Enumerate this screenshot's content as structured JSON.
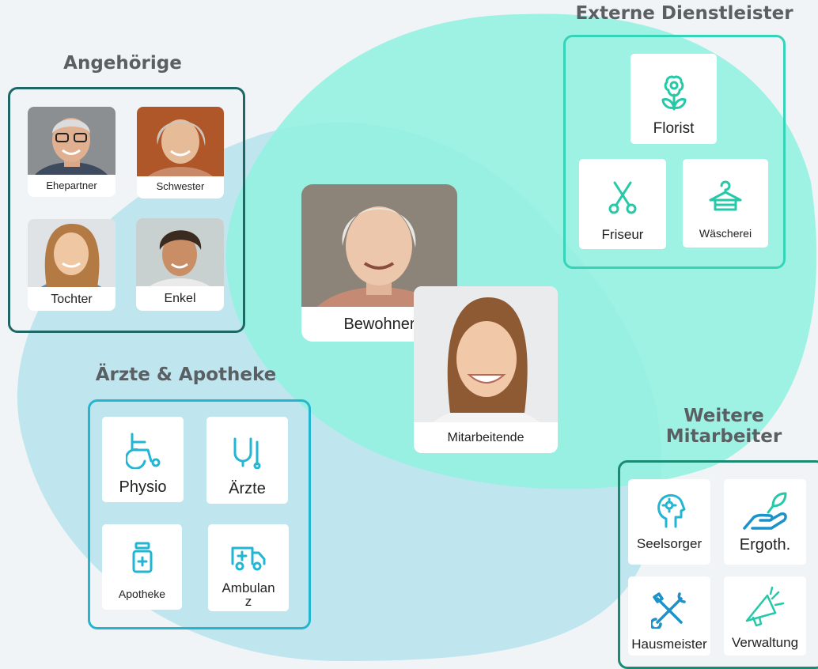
{
  "colors": {
    "blob_light": "#bfe6ef",
    "blob_mint": "#8ff1df",
    "frame_dark": "#1f6666",
    "frame_mint": "#35d4b8",
    "frame_cyan": "#26b5cf",
    "frame_green": "#1a8a72",
    "icon_mint": "#25c9a8",
    "icon_cyan": "#22b6d4",
    "title_gray": "#5a5f63"
  },
  "groups": {
    "angehoerige": {
      "title": "Angehörige",
      "members": [
        {
          "label": "Ehepartner",
          "icon": "elderly-man-photo"
        },
        {
          "label": "Schwester",
          "icon": "elderly-woman-photo"
        },
        {
          "label": "Tochter",
          "icon": "woman-photo"
        },
        {
          "label": "Enkel",
          "icon": "young-man-photo"
        }
      ]
    },
    "externe": {
      "title": "Externe Dienstleister",
      "members": [
        {
          "label": "Florist",
          "icon": "flower-pot-icon"
        },
        {
          "label": "Friseur",
          "icon": "scissors-icon"
        },
        {
          "label": "Wäscherei",
          "icon": "hanger-icon"
        }
      ]
    },
    "aerzte": {
      "title": "Ärzte & Apotheke",
      "members": [
        {
          "label": "Physio",
          "icon": "wheelchair-icon"
        },
        {
          "label": "Ärzte",
          "icon": "stethoscope-icon"
        },
        {
          "label": "Apotheke",
          "icon": "medicine-bottle-icon"
        },
        {
          "label": "Ambulan\nz",
          "icon": "ambulance-icon"
        }
      ]
    },
    "weitere": {
      "title": "Weitere\nMitarbeiter",
      "members": [
        {
          "label": "Seelsorger",
          "icon": "head-gear-icon"
        },
        {
          "label": "Ergoth.",
          "icon": "hand-plant-icon"
        },
        {
          "label": "Hausmeister",
          "icon": "crossed-tools-icon"
        },
        {
          "label": "Verwaltung",
          "icon": "megaphone-icon"
        }
      ]
    }
  },
  "center": {
    "resident": {
      "label": "Bewohner",
      "icon": "elderly-resident-photo"
    },
    "staff": {
      "label": "Mitarbeitende",
      "icon": "smiling-staff-photo"
    }
  }
}
